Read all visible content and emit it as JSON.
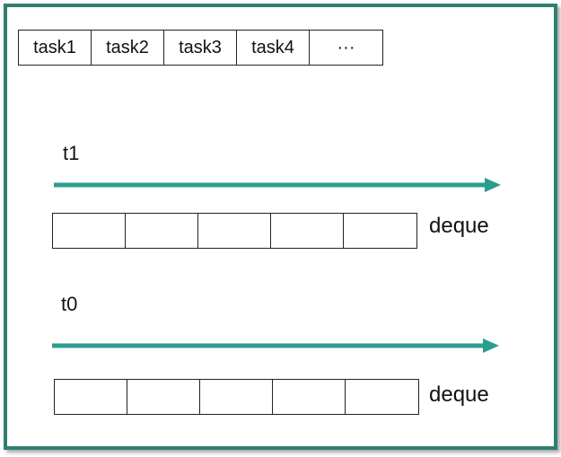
{
  "tasks": [
    "task1",
    "task2",
    "task3",
    "task4",
    "···"
  ],
  "threads": [
    {
      "label": "t1",
      "deque_label": "deque",
      "slots": 5
    },
    {
      "label": "t0",
      "deque_label": "deque",
      "slots": 5
    }
  ],
  "colors": {
    "frame": "#2e7f73",
    "arrow": "#2a9d8f"
  }
}
